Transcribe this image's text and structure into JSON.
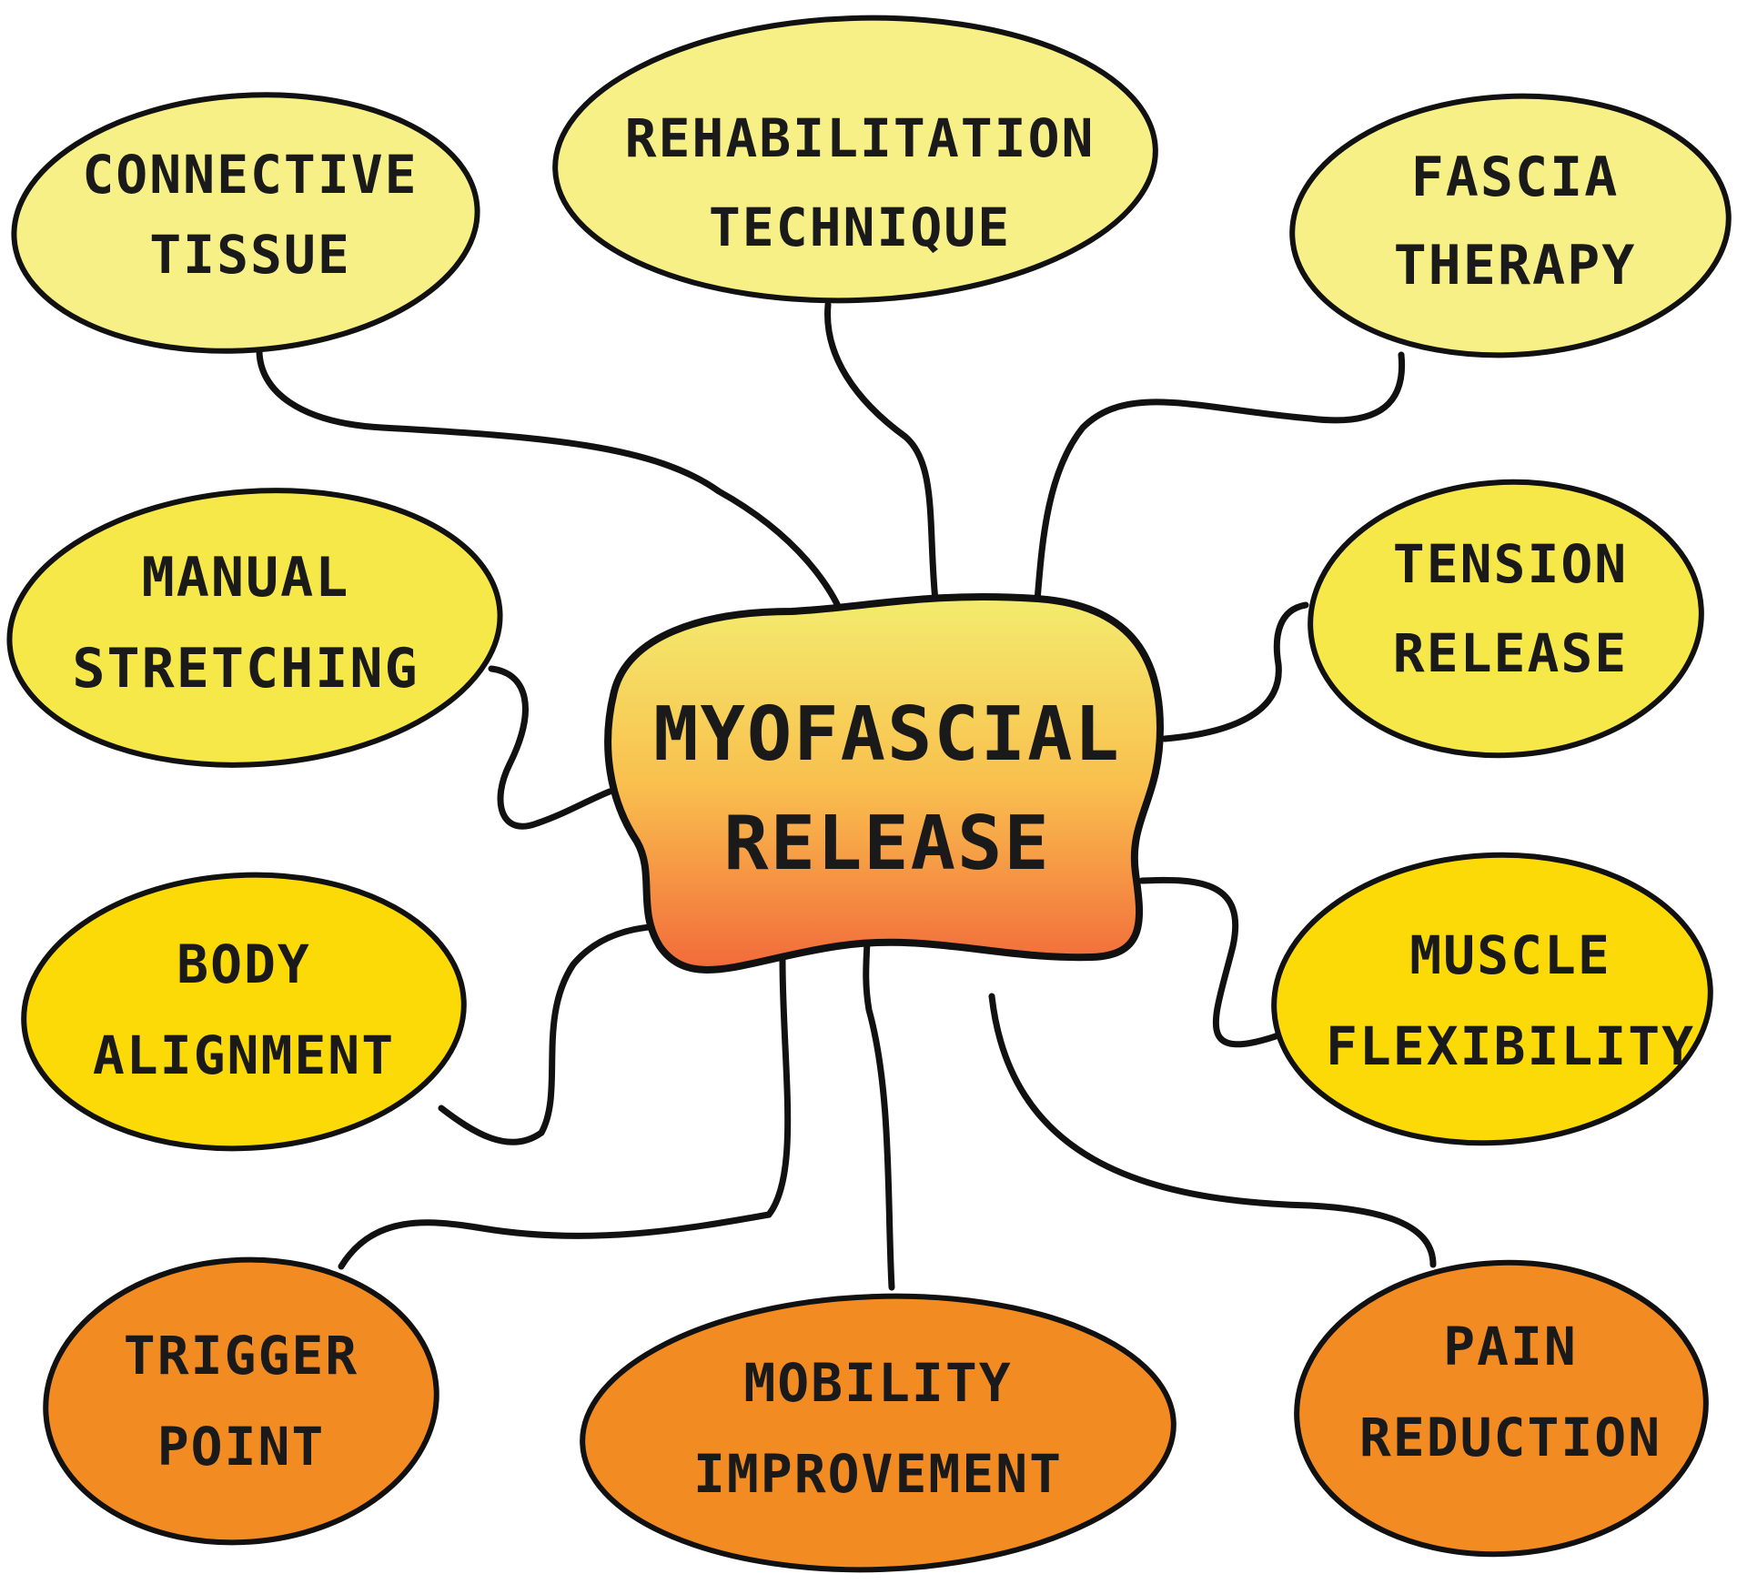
{
  "mindmap": {
    "center": {
      "lines": [
        "MYOFASCIAL",
        "RELEASE"
      ],
      "gradient_top": "#f3ec6e",
      "gradient_mid": "#f9c04e",
      "gradient_bottom": "#f26a3a"
    },
    "nodes": [
      {
        "id": "connective-tissue",
        "lines": [
          "CONNECTIVE",
          "TISSUE"
        ],
        "color": "#f6f087"
      },
      {
        "id": "rehabilitation-technique",
        "lines": [
          "REHABILITATION",
          "TECHNIQUE"
        ],
        "color": "#f6f087"
      },
      {
        "id": "fascia-therapy",
        "lines": [
          "FASCIA",
          "THERAPY"
        ],
        "color": "#f6f087"
      },
      {
        "id": "manual-stretching",
        "lines": [
          "MANUAL",
          "STRETCHING"
        ],
        "color": "#f7e84a"
      },
      {
        "id": "tension-release",
        "lines": [
          "TENSION",
          "RELEASE"
        ],
        "color": "#f7e84a"
      },
      {
        "id": "body-alignment",
        "lines": [
          "BODY",
          "ALIGNMENT"
        ],
        "color": "#fbda07"
      },
      {
        "id": "muscle-flexibility",
        "lines": [
          "MUSCLE",
          "FLEXIBILITY"
        ],
        "color": "#fbda07"
      },
      {
        "id": "trigger-point",
        "lines": [
          "TRIGGER",
          "POINT"
        ],
        "color": "#f28c22"
      },
      {
        "id": "mobility-improvement",
        "lines": [
          "MOBILITY",
          "IMPROVEMENT"
        ],
        "color": "#f28c22"
      },
      {
        "id": "pain-reduction",
        "lines": [
          "PAIN",
          "REDUCTION"
        ],
        "color": "#f28c22"
      }
    ]
  }
}
